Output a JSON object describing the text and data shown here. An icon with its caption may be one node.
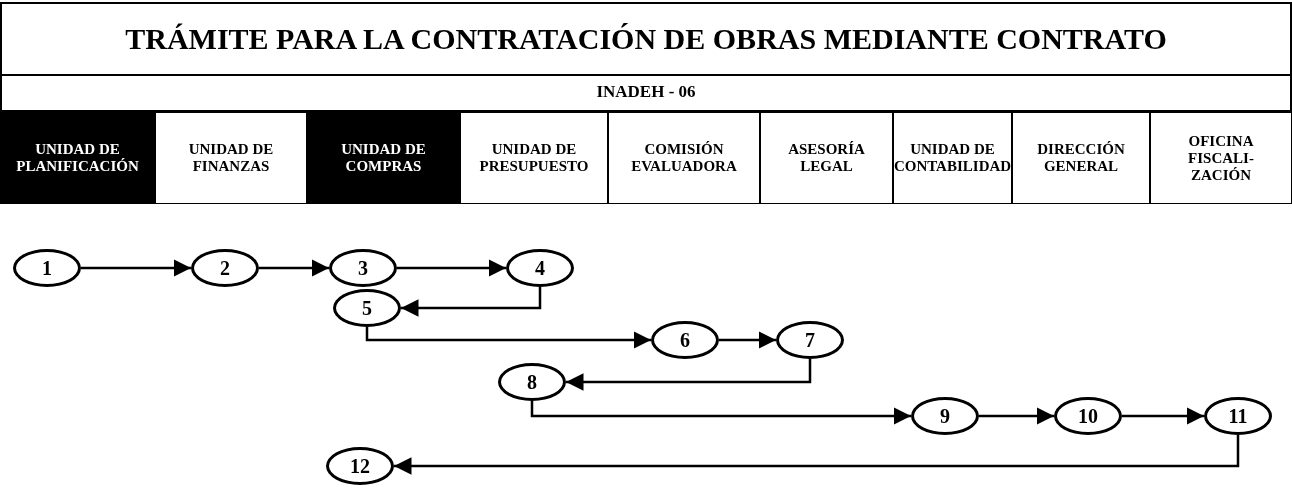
{
  "diagram": {
    "title": "TRÁMITE PARA LA CONTRATACIÓN DE OBRAS MEDIANTE CONTRATO",
    "nodes": [
      {
        "text": [
          "UNIDAD DE PLANIFICACIÓN"
        ]
      },
      {
        "text": [
          "UNIDAD DE FINANZAS"
        ]
      },
      {
        "text": [
          "UNIDAD DE COMPRAS"
        ]
      },
      {
        "text": [
          "UNIDAD DE PRESUPUESTO"
        ]
      },
      {
        "text": [
          "COMISIÓN EVALUADORA"
        ]
      },
      {
        "text": [
          "ASESORÍA LEGAL"
        ]
      },
      {
        "text": [
          "UNIDAD DE CONTABILIDAD"
        ]
      },
      {
        "text": [
          "DIRECCIÓN GENERAL"
        ]
      },
      {
        "text": [
          "OFICINA FISCALI- ZACIÓN"
        ]
      },
      {
        "text": [
          "1"
        ]
      },
      {
        "text": [
          "2"
        ]
      },
      {
        "text": [
          "3"
        ]
      },
      {
        "text": [
          "4"
        ]
      },
      {
        "text": [
          "5"
        ]
      },
      {
        "text": [
          "6"
        ]
      },
      {
        "text": [
          "7"
        ]
      },
      {
        "text": [
          "8"
        ]
      },
      {
        "text": [
          "9"
        ]
      },
      {
        "text": [
          "10"
        ]
      },
      {
        "text": [
          "11"
        ]
      },
      {
        "text": [
          "12"
        ]
      }
    ],
    "edges": [
      {
        "from": 9,
        "to": 10,
        "arrow": "to"
      },
      {
        "from": 10,
        "to": 11,
        "arrow": "to"
      },
      {
        "from": 11,
        "to": 12,
        "arrow": "to"
      },
      {
        "from": 12,
        "to": 13,
        "arrow": "to"
      },
      {
        "from": 13,
        "to": 14,
        "arrow": "to"
      },
      {
        "from": 14,
        "to": 15,
        "arrow": "to"
      },
      {
        "from": 15,
        "to": 16,
        "arrow": "to"
      },
      {
        "from": 16,
        "to": 17,
        "arrow": "to"
      },
      {
        "from": 17,
        "to": 18,
        "arrow": "to"
      },
      {
        "from": 18,
        "to": 19,
        "arrow": "to"
      },
      {
        "from": 19,
        "to": 20,
        "arrow": "to"
      }
    ],
    "labels": [
      "INADEH - 06"
    ]
  }
}
